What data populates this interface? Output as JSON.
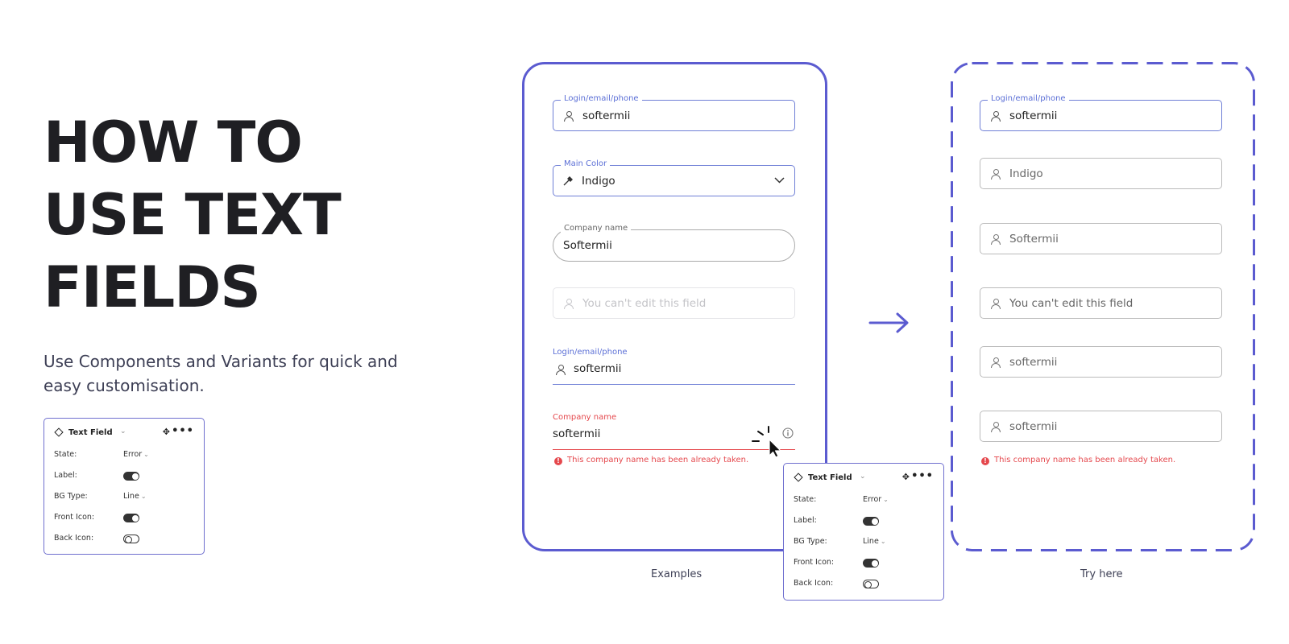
{
  "hero": {
    "title_line1": "HOW TO",
    "title_line2": "USE TEXT",
    "title_line3": "FIELDS",
    "subtitle": "Use Components and Variants for quick and easy customisation."
  },
  "props_panel": {
    "title": "Text Field",
    "rows": [
      {
        "key": "State:",
        "value": "Error"
      },
      {
        "key": "Label:",
        "value": "on"
      },
      {
        "key": "BG Type:",
        "value": "Line"
      },
      {
        "key": "Front Icon:",
        "value": "on"
      },
      {
        "key": "Back Icon:",
        "value": "off"
      }
    ]
  },
  "examples": {
    "caption": "Examples",
    "field1": {
      "label": "Login/email/phone",
      "value": "softermii"
    },
    "field2": {
      "label": "Main Color",
      "value": "Indigo"
    },
    "field3": {
      "label": "Company name",
      "value": "Softermii"
    },
    "field4": {
      "placeholder": "You can't edit this field"
    },
    "field5": {
      "label": "Login/email/phone",
      "value": "softermii"
    },
    "field6": {
      "label": "Company name",
      "value": "softermii",
      "error": "This company name has been already taken."
    }
  },
  "try_here": {
    "caption": "Try here",
    "field1": {
      "label": "Login/email/phone",
      "value": "softermii"
    },
    "field2": {
      "value": "Indigo"
    },
    "field3": {
      "value": "Softermii"
    },
    "field4": {
      "value": "You can't edit this field"
    },
    "field5": {
      "value": "softermii"
    },
    "field6": {
      "value": "softermii",
      "error": "This company name has been already taken."
    }
  },
  "colors": {
    "accent": "#5b5bd0",
    "field_focus": "#6f7fd6",
    "error": "#e5484d",
    "title": "#1f1f23"
  },
  "icons": [
    "person-icon",
    "eyedropper-icon",
    "chevron-down-icon",
    "info-icon",
    "error-icon",
    "arrow-right-icon",
    "cursor-icon",
    "diamond-icon",
    "move-icon",
    "more-icon"
  ]
}
